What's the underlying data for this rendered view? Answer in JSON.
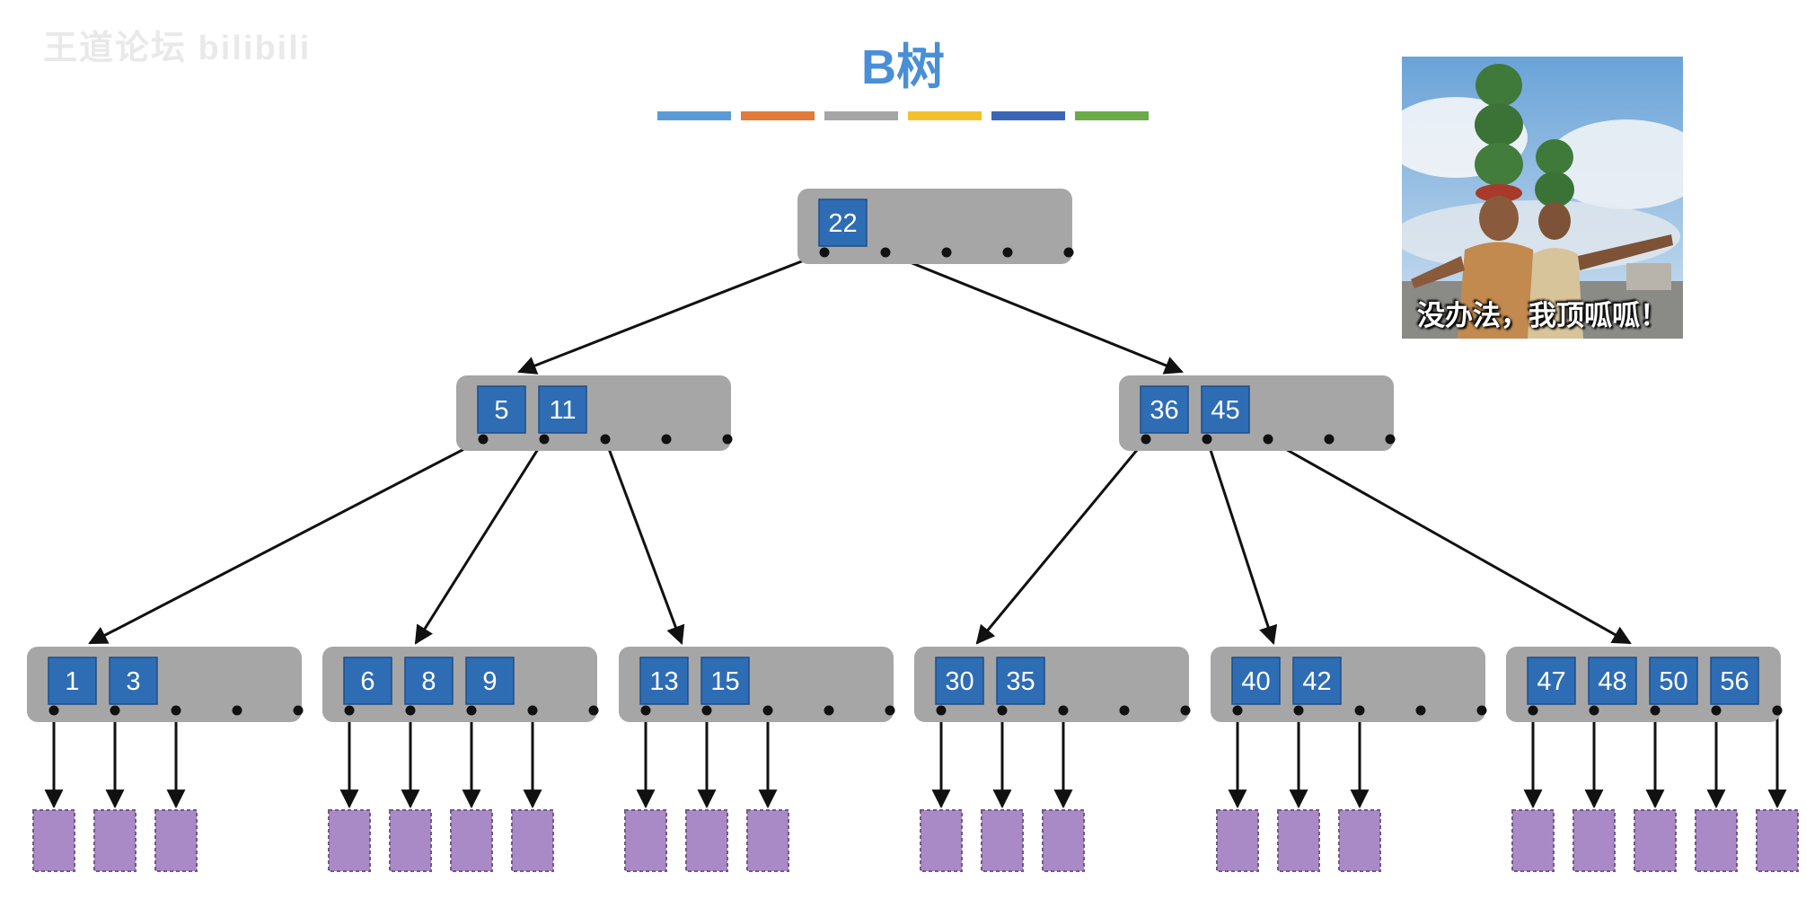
{
  "watermark": "王道论坛 bilibili",
  "title": "B树",
  "colors": {
    "title": "#4a8fd6",
    "bar": [
      "#5b9bd5",
      "#e07b39",
      "#a5a5a5",
      "#f2c12e",
      "#3a66b5",
      "#6aab47"
    ]
  },
  "meme": {
    "caption": "没办法，我顶呱呱！"
  },
  "tree": {
    "slots_per_node": 4,
    "nodes": [
      {
        "id": "root",
        "keys": [
          22
        ]
      },
      {
        "id": "n-5-11",
        "keys": [
          5,
          11
        ]
      },
      {
        "id": "n-36-45",
        "keys": [
          36,
          45
        ]
      },
      {
        "id": "n-1-3",
        "keys": [
          1,
          3
        ]
      },
      {
        "id": "n-6-8-9",
        "keys": [
          6,
          8,
          9
        ]
      },
      {
        "id": "n-13-15",
        "keys": [
          13,
          15
        ]
      },
      {
        "id": "n-30-35",
        "keys": [
          30,
          35
        ]
      },
      {
        "id": "n-40-42",
        "keys": [
          40,
          42
        ]
      },
      {
        "id": "n-47-48-50-56",
        "keys": [
          47,
          48,
          50,
          56
        ]
      }
    ],
    "edges": [
      [
        "root",
        0,
        "n-5-11"
      ],
      [
        "root",
        1,
        "n-36-45"
      ],
      [
        "n-5-11",
        0,
        "n-1-3"
      ],
      [
        "n-5-11",
        1,
        "n-6-8-9"
      ],
      [
        "n-5-11",
        2,
        "n-13-15"
      ],
      [
        "n-36-45",
        0,
        "n-30-35"
      ],
      [
        "n-36-45",
        1,
        "n-40-42"
      ],
      [
        "n-36-45",
        2,
        "n-47-48-50-56"
      ]
    ]
  }
}
